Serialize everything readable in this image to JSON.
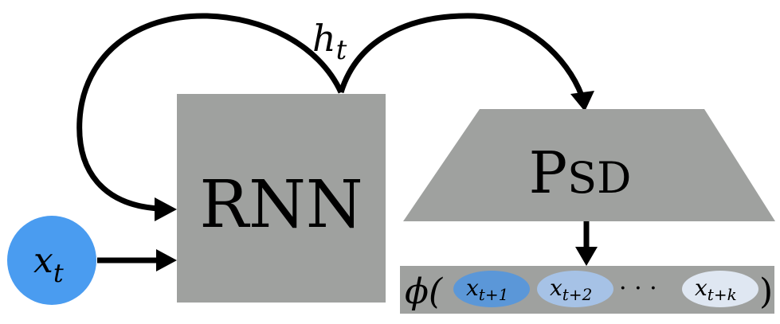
{
  "diagram": {
    "input_node": {
      "label_base": "x",
      "label_sub": "t"
    },
    "hidden_state": {
      "label_base": "h",
      "label_sub": "t"
    },
    "rnn_box": {
      "label": "RNN"
    },
    "psd_block": {
      "label_first": "P",
      "label_rest": "SD"
    },
    "output_strip": {
      "prefix": "ϕ(",
      "suffix": ")",
      "ellipsis": "· · ·",
      "items": [
        {
          "base": "x",
          "sub": "t+1"
        },
        {
          "base": "x",
          "sub": "t+2"
        },
        {
          "base": "x",
          "sub": "t+k"
        }
      ]
    },
    "colors": {
      "box_gray": "#9fa19f",
      "input_blue": "#4a9cf0",
      "item1": "#5b97d8",
      "item2": "#a6c2e6",
      "item3": "#dfe7f2",
      "arrow": "#000000"
    }
  }
}
